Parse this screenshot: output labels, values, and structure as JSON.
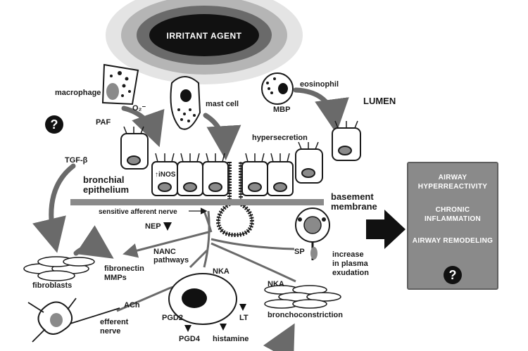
{
  "irritant_agent": "IRRITANT AGENT",
  "labels": {
    "macrophage": "macrophage",
    "paf": "PAF",
    "o2": "O₂⁻",
    "mast_cell": "mast cell",
    "eosinophil": "eosinophil",
    "mbp": "MBP",
    "lumen": "LUMEN",
    "hypersecretion": "hypersecretion",
    "tgf_beta": "TGF-β",
    "inos": "↑iNOS",
    "bronchial_epithelium_1": "bronchial",
    "bronchial_epithelium_2": "epithelium",
    "basement_membrane_1": "basement",
    "basement_membrane_2": "membrane",
    "sensitive_afferent_nerve": "sensitive afferent nerve",
    "nep": "NEP",
    "nanc_1": "NANC",
    "nanc_2": "pathways",
    "fibronectin": "fibronectin",
    "mmps": "MMPs",
    "fibroblasts": "fibroblasts",
    "nka_1": "NKA",
    "nka_2": "NKA",
    "sp": "SP",
    "plasma_1": "increase",
    "plasma_2": "in plasma",
    "plasma_3": "exudation",
    "ach": "ACh",
    "efferent_1": "efferent",
    "efferent_2": "nerve",
    "pgd2": "PGD2",
    "pgd4": "PGD4",
    "histamine": "histamine",
    "lt": "LT",
    "bronchoconstriction": "bronchoconstriction"
  },
  "outcomes": [
    "AIRWAY HYPERREACTIVITY",
    "CHRONIC INFLAMMATION",
    "AIRWAY REMODELING"
  ],
  "question_mark": "?",
  "colors": {
    "dark": "#1a1a1a",
    "gray": "#8a8a8a",
    "light_gray": "#c8c8c8",
    "box": "#8a8a8a"
  }
}
